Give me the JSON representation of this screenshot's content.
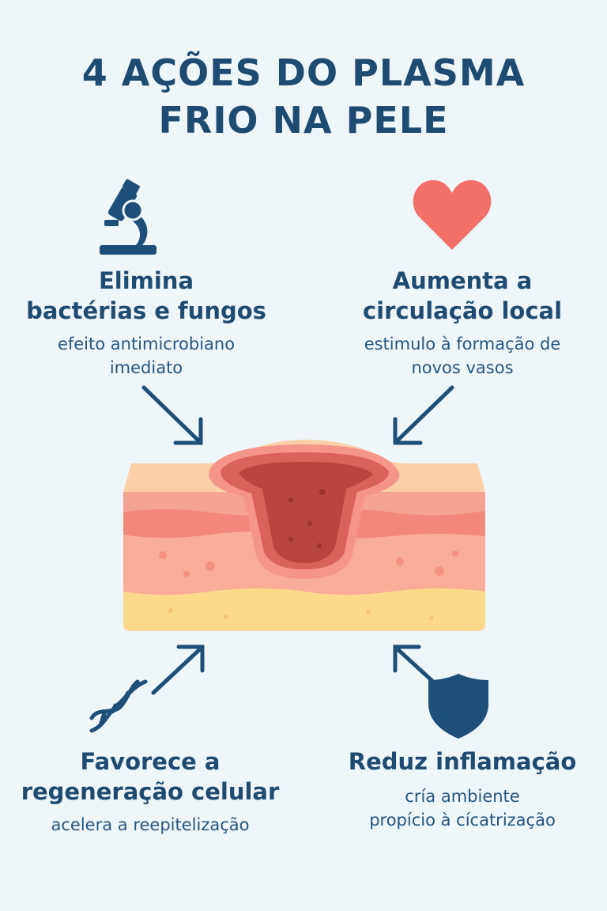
{
  "title": {
    "line1": "4 AÇÕES DO PLASMA",
    "line2": "FRIO NA PELE"
  },
  "actions": [
    {
      "heading_l1": "Elimina",
      "heading_l2": "bactérias e fungos",
      "sub_l1": "efeito antimicrobiano",
      "sub_l2": "imediato",
      "icon": "microscope-icon"
    },
    {
      "heading_l1": "Aumenta a",
      "heading_l2": "circulação local",
      "sub_l1": "estimulo à formação de",
      "sub_l2": "novos vasos",
      "icon": "heart-icon"
    },
    {
      "heading_l1": "Favorece a",
      "heading_l2": "regeneração celular",
      "sub_l1": "acelera a reepitelização",
      "icon": "dna-icon"
    },
    {
      "heading_l1": "Reduz inflamação",
      "sub_l1": "cría ambiente",
      "sub_l2": "propício à cícatrização",
      "icon": "shield-icon"
    }
  ],
  "colors": {
    "title": "#1e4b72",
    "icon_dark": "#1d4f78",
    "heart": "#f3706a",
    "skin_top": "#fbcfa8",
    "skin_pink": "#f2877c",
    "skin_mid": "#f9ad98",
    "skin_fat": "#fbd98a",
    "wound": "#b8463f"
  }
}
